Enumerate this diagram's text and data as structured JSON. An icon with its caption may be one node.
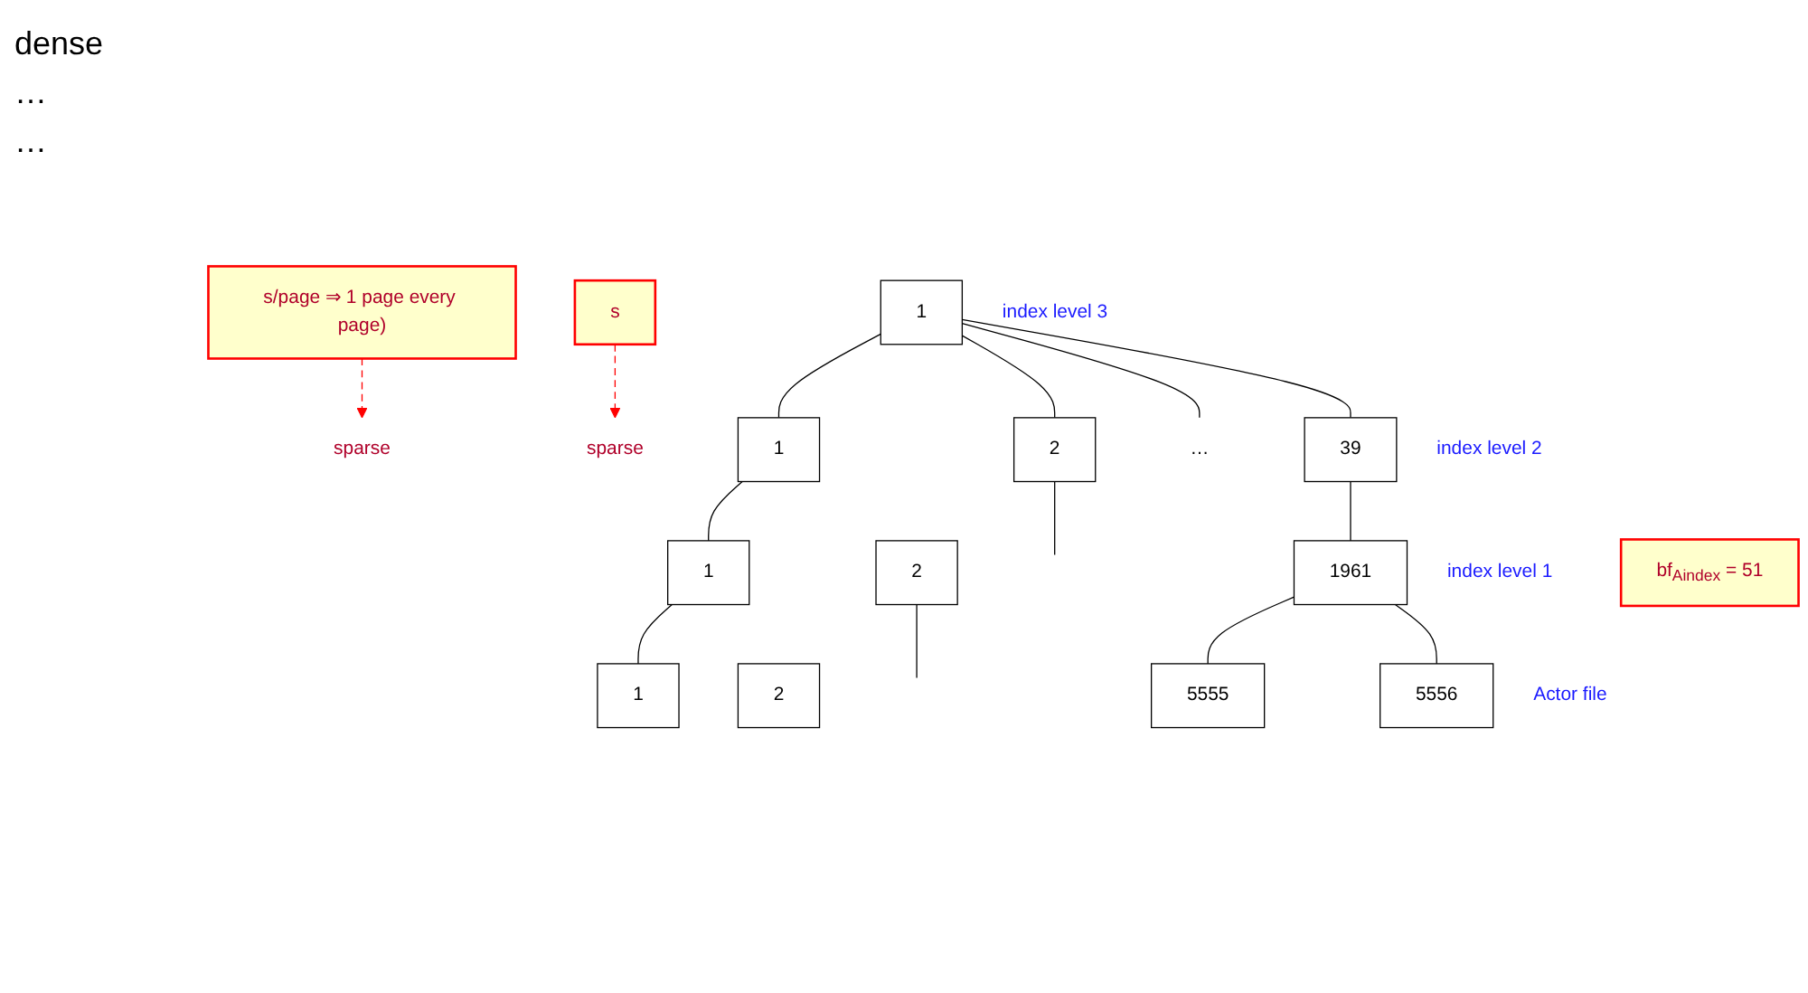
{
  "diagram": {
    "nodes": [
      {
        "text": [
          "s/page ⇒ 1 page every page)"
        ]
      },
      {
        "text": [
          "sparse"
        ]
      },
      {
        "text": [
          "1"
        ],
        "beside": [
          "index level 3"
        ]
      },
      {
        "text": [
          "s"
        ]
      },
      {
        "text": [
          "sparse"
        ]
      },
      {
        "text": [
          "1"
        ]
      },
      {
        "text": [
          "2"
        ]
      },
      {
        "text": [
          "…"
        ]
      },
      {
        "text": [
          "39"
        ],
        "beside": [
          "index level 2"
        ]
      },
      {
        "text": [
          "1"
        ]
      },
      {
        "text": [
          "2"
        ]
      },
      {
        "text": [
          "1961"
        ],
        "beside": [
          "index level 1"
        ]
      },
      {
        "text": [
          "1"
        ]
      },
      {
        "text": [
          "2"
        ]
      },
      {
        "text": [
          "5555"
        ]
      },
      {
        "text": [
          "5556"
        ],
        "beside": [
          "Actor file"
        ]
      },
      {
        "text": [
          "bf$_{Aindex}$ = 51"
        ]
      }
    ],
    "edges": [
      {
        "from": 0,
        "to": 1,
        "arrow": "to",
        "style": "dashed",
        "color": "#ff0000"
      },
      {
        "from": 3,
        "to": 4,
        "arrow": "to",
        "style": "dashed",
        "color": "#ff0000"
      },
      {
        "from": 2,
        "to": 5,
        "arrow": "none"
      },
      {
        "from": 2,
        "to": 6,
        "arrow": "none"
      },
      {
        "from": 2,
        "to": 7,
        "arrow": "none"
      },
      {
        "from": 2,
        "to": 8,
        "arrow": "none"
      },
      {
        "from": 5,
        "to": 9,
        "arrow": "none"
      },
      {
        "from": 6,
        "to": null,
        "arrow": "none"
      },
      {
        "from": 8,
        "to": 11,
        "arrow": "none"
      },
      {
        "from": 9,
        "to": 12,
        "arrow": "none"
      },
      {
        "from": 10,
        "to": null,
        "arrow": "none"
      },
      {
        "from": 11,
        "to": 14,
        "arrow": "none"
      },
      {
        "from": 11,
        "to": 15,
        "arrow": "none"
      }
    ],
    "labels": [
      "dense",
      "…",
      "…"
    ]
  }
}
